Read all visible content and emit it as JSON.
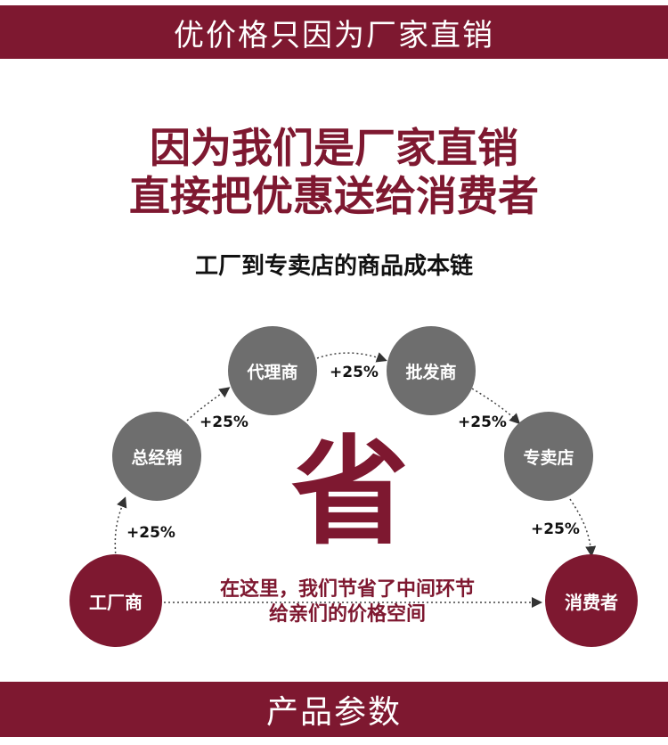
{
  "banner_top": "优价格只因为厂家直销",
  "headline": {
    "line1": "因为我们是厂家直销",
    "line2": "直接把优惠送给消费者"
  },
  "subtitle": "工厂到专卖店的商品成本链",
  "chain": {
    "nodes": [
      {
        "label": "工厂商"
      },
      {
        "label": "总经销"
      },
      {
        "label": "代理商"
      },
      {
        "label": "批发商"
      },
      {
        "label": "专卖店"
      },
      {
        "label": "消费者"
      }
    ],
    "markups": [
      "+25%",
      "+25%",
      "+25%",
      "+25%",
      "+25%"
    ],
    "savings_char": "省",
    "note_line1": "在这里，我们节省了中间环节",
    "note_line2": "给亲们的价格空间"
  },
  "banner_bottom": "产品参数",
  "colors": {
    "brand": "#7e1830",
    "node_gray": "#6e6e6e"
  }
}
